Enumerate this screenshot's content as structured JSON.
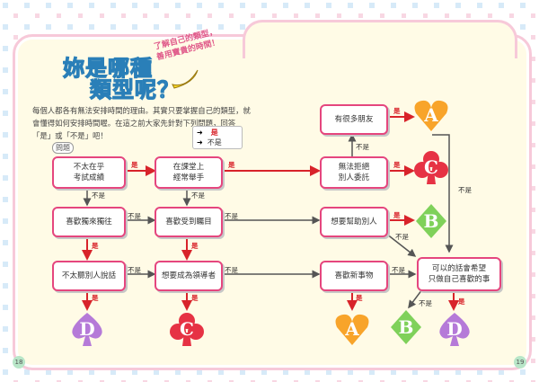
{
  "title": {
    "line1": "妳是哪種",
    "line2": "類型呢？",
    "sub_line1": "了解自己的類型，",
    "sub_line2": "善用寶貴的時間！"
  },
  "intro": "每個人都各有無法安排時間的理由。其實只要掌握自己的類型，就會懂得如何安排時間喔。在這之前大家先針對下列問題，回答「是」或「不是」吧！",
  "legend": {
    "yes": "是",
    "no": "不是"
  },
  "question_label": "問題",
  "nodes": {
    "n1": "不太在乎\n考試成績",
    "n2": "在課堂上\n經常舉手",
    "n3": "無法拒絕\n別人委託",
    "n4": "有很多朋友",
    "n5": "喜歡獨來獨往",
    "n6": "喜歡受到矚目",
    "n7": "想要幫助別人",
    "n8": "不太聽別人說話",
    "n9": "想要成為領導者",
    "n10": "喜歡新事物",
    "n11": "可以的話會希望\n只做自己喜歡的事"
  },
  "edge_labels": {
    "yes": "是",
    "no": "不是"
  },
  "results": [
    "A",
    "C",
    "B",
    "D",
    "C",
    "A",
    "B",
    "D"
  ],
  "colors": {
    "accent": "#e5467e",
    "result_A": "#f8a42a",
    "result_B": "#7fd15a",
    "result_C": "#e63244",
    "result_D": "#b57ad8",
    "panel_border": "#f7c9d9"
  },
  "page_numbers": {
    "left": "18",
    "right": "19"
  }
}
